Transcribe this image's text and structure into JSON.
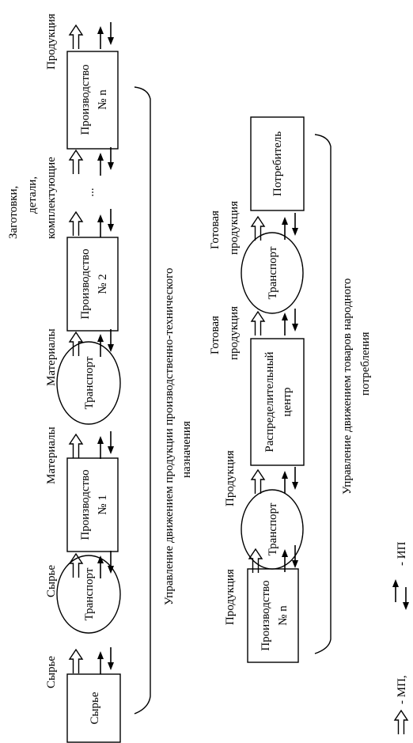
{
  "chain1": {
    "nodes": {
      "raw_box": "Сырье",
      "transport_1": "Транспорт",
      "prod_1_line1": "Производство",
      "prod_1_line2": "№ 1",
      "transport_2": "Транспорт",
      "prod_2_line1": "Производство",
      "prod_2_line2": "№ 2",
      "prod_n_line1": "Производство",
      "prod_n_line2": "№ n"
    },
    "flows": {
      "raw_1": "Сырье",
      "raw_2": "Сырье",
      "materials_1": "Материалы",
      "materials_2": "Материалы",
      "components_line1": "Заготовки,",
      "components_line2": "детали,",
      "components_line3": "комплектующие",
      "product": "Продукция"
    },
    "ellipsis": "...",
    "bracket_line1": "Управление движением продукции производственно-технического",
    "bracket_line2": "назначения"
  },
  "chain2": {
    "nodes": {
      "prod_n_line1": "Производство",
      "prod_n_line2": "№ n",
      "transport_1": "Транспорт",
      "dist_line1": "Распределительный",
      "dist_line2": "центр",
      "transport_2": "Транспорт",
      "consumer": "Потребитель"
    },
    "flows": {
      "product_1": "Продукция",
      "product_2": "Продукция",
      "finished_1_line1": "Готовая",
      "finished_1_line2": "продукция",
      "finished_2_line1": "Готовая",
      "finished_2_line2": "продукция"
    },
    "bracket_line1": "Управление движением товаров народного",
    "bracket_line2": "потребления"
  },
  "legend": {
    "mp": "- МП,",
    "ip": "- ИП"
  }
}
